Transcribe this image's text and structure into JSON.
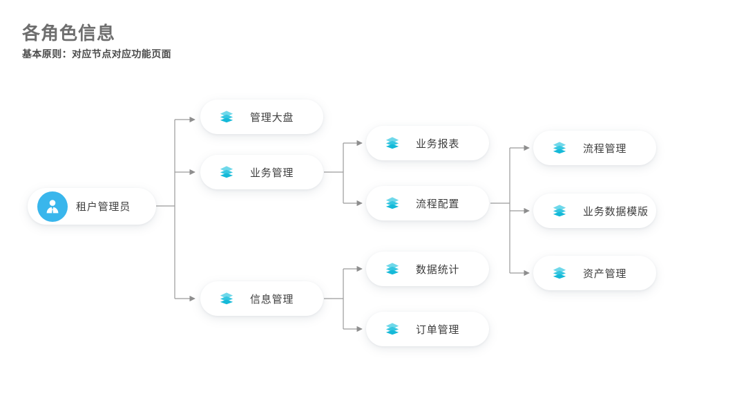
{
  "header": {
    "title": "各角色信息",
    "subtitle": "基本原则：对应节点对应功能页面"
  },
  "colors": {
    "avatar_blue": "#39b6ec",
    "icon_cyan": "#35c6e0",
    "title_gray": "#6e6e6e",
    "label_gray": "#3d3d3d",
    "connector_gray": "#9a9a9a",
    "background": "#ffffff"
  },
  "icons": {
    "root": "user-avatar-icon",
    "node": "layers-stack-icon"
  },
  "diagram": {
    "type": "tree",
    "orientation": "left-to-right",
    "root": {
      "id": "root",
      "label": "租户管理员",
      "icon": "user-avatar-icon"
    },
    "columns": [
      {
        "level": 2,
        "nodes": [
          {
            "id": "n-guanli-dapan",
            "label": "管理大盘",
            "icon": "layers-stack-icon"
          },
          {
            "id": "n-yewu-guanli",
            "label": "业务管理",
            "icon": "layers-stack-icon"
          },
          {
            "id": "n-xinxi-guanli",
            "label": "信息管理",
            "icon": "layers-stack-icon"
          }
        ]
      },
      {
        "level": 3,
        "nodes": [
          {
            "id": "n-yewu-baobiao",
            "label": "业务报表",
            "icon": "layers-stack-icon"
          },
          {
            "id": "n-liucheng-peizhi",
            "label": "流程配置",
            "icon": "layers-stack-icon"
          },
          {
            "id": "n-shuju-tongji",
            "label": "数据统计",
            "icon": "layers-stack-icon"
          },
          {
            "id": "n-dingdan-guanli",
            "label": "订单管理",
            "icon": "layers-stack-icon"
          }
        ]
      },
      {
        "level": 4,
        "nodes": [
          {
            "id": "n-liucheng-guanli",
            "label": "流程管理",
            "icon": "layers-stack-icon"
          },
          {
            "id": "n-yewu-shuju-moban",
            "label": "业务数据模版",
            "icon": "layers-stack-icon"
          },
          {
            "id": "n-zichan-guanli",
            "label": "资产管理",
            "icon": "layers-stack-icon"
          }
        ]
      }
    ],
    "edges": [
      {
        "from": "root",
        "to": "n-guanli-dapan"
      },
      {
        "from": "root",
        "to": "n-yewu-guanli"
      },
      {
        "from": "root",
        "to": "n-xinxi-guanli"
      },
      {
        "from": "n-yewu-guanli",
        "to": "n-yewu-baobiao"
      },
      {
        "from": "n-yewu-guanli",
        "to": "n-liucheng-peizhi"
      },
      {
        "from": "n-xinxi-guanli",
        "to": "n-shuju-tongji"
      },
      {
        "from": "n-xinxi-guanli",
        "to": "n-dingdan-guanli"
      },
      {
        "from": "n-liucheng-peizhi",
        "to": "n-liucheng-guanli"
      },
      {
        "from": "n-liucheng-peizhi",
        "to": "n-yewu-shuju-moban"
      },
      {
        "from": "n-liucheng-peizhi",
        "to": "n-zichan-guanli"
      }
    ]
  }
}
